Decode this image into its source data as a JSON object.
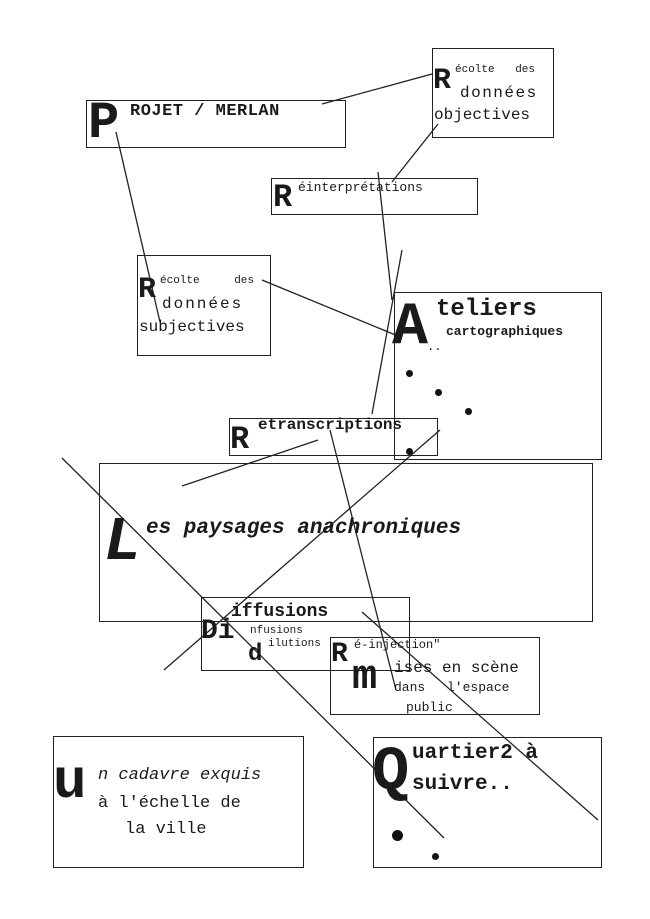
{
  "projet": {
    "initial": "P",
    "text": "ROJET / MERLAN"
  },
  "recolte_obj": {
    "initial": "R",
    "line1": "écolte des",
    "line2": "données",
    "line3": "objectives"
  },
  "reinterpretations": {
    "initial": "R",
    "text": "éinterprétations"
  },
  "recolte_subj": {
    "initial": "R",
    "line1": "écolte des",
    "line2": "données",
    "line3": "subjectives"
  },
  "ateliers": {
    "initial": "A",
    "line1": "teliers",
    "line2": "cartographiques",
    "marks": ".."
  },
  "retranscriptions": {
    "initial": "R",
    "text": "etranscriptions"
  },
  "paysages": {
    "initial": "L",
    "text": "es paysages anachroniques"
  },
  "diffusions": {
    "initial": "Di",
    "line1": "iffusions",
    "small_initial": "d",
    "line2": "nfusions",
    "line3": "ilutions"
  },
  "reinjection": {
    "initial": "R",
    "text": "é-injection\""
  },
  "mises": {
    "initial": "m",
    "line1": "ises en scène",
    "line2": "dans l'espace",
    "line3": "public"
  },
  "cadavre": {
    "initial": "u",
    "line1": "n cadavre exquis",
    "line2": "à l'échelle de",
    "line3": "la ville"
  },
  "quartier": {
    "initial": "Q",
    "line1": "uartier2 à",
    "line2": "suivre.."
  }
}
